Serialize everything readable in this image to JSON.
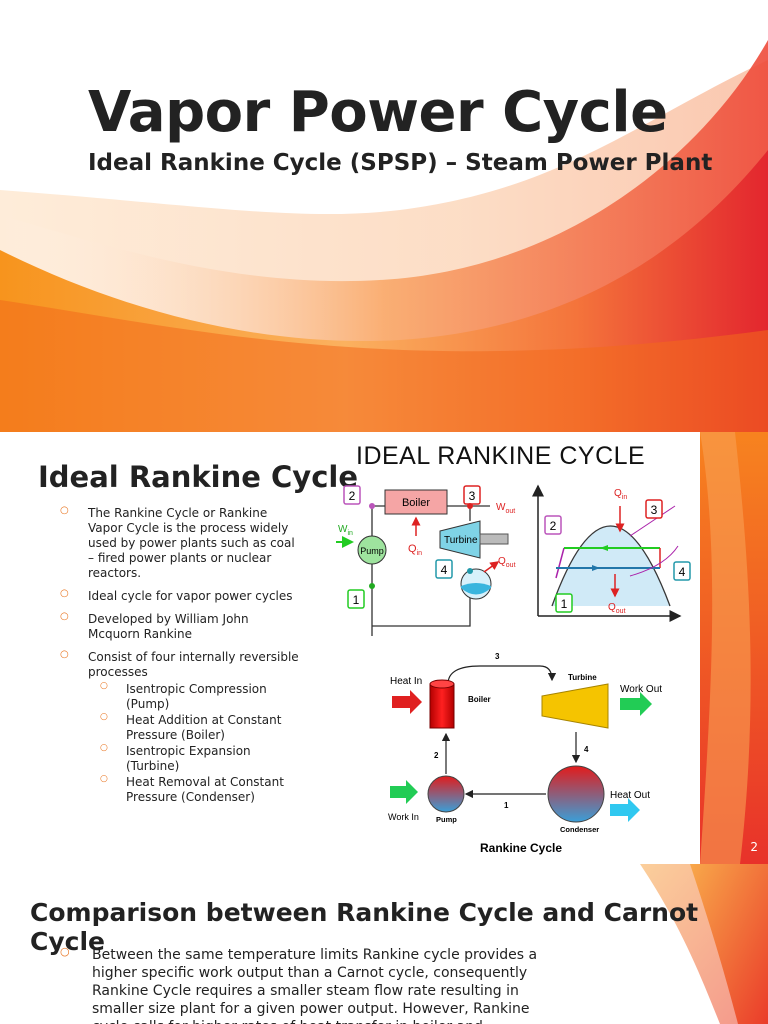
{
  "slide1": {
    "title": "Vapor Power Cycle",
    "subtitle": "Ideal Rankine Cycle  (SPSP) – Steam Power Plant"
  },
  "slide2": {
    "title": "Ideal Rankine Cycle",
    "bullets": [
      "The Rankine Cycle or Rankine Vapor Cycle is the process widely used by power plants such as coal – fired power plants or nuclear reactors.",
      "Ideal cycle for vapor power cycles",
      "Developed by William John Mcquorn Rankine",
      "Consist of four internally reversible processes"
    ],
    "sub_bullets": [
      "Isentropic Compression (Pump)",
      "Heat Addition at Constant Pressure (Boiler)",
      "Isentropic Expansion (Turbine)",
      "Heat Removal at Constant Pressure (Condenser)"
    ],
    "diagram_heading": "IDEAL RANKINE CYCLE",
    "diagram1": {
      "boiler": "Boiler",
      "turbine": "Turbine",
      "pump": "Pump",
      "q": "Q",
      "w": "W",
      "sub_in": "in",
      "sub_out": "out",
      "n1": "1",
      "n2": "2",
      "n3": "3",
      "n4": "4"
    },
    "diagram2": {
      "heat_in": "Heat In",
      "boiler": "Boiler",
      "turbine": "Turbine",
      "work_out": "Work Out",
      "heat_out": "Heat Out",
      "work_in": "Work In",
      "pump": "Pump",
      "condenser": "Condenser",
      "caption": "Rankine Cycle",
      "s1": "1",
      "s2": "2",
      "s3": "3",
      "s4": "4"
    },
    "page_number": "2"
  },
  "slide3": {
    "title": "Comparison between Rankine Cycle and Carnot Cycle",
    "paragraph": "Between the same temperature limits Rankine cycle provides a higher specific work output than a Carnot cycle, consequently Rankine Cycle requires a smaller steam flow rate resulting in smaller size plant for a given power output. However, Rankine cycle calls for higher rates of heat transfer in boiler and condenser."
  },
  "colors": {
    "accent": "#e8731e",
    "deco_orange": "#f7941d",
    "deco_red": "#e8212b"
  }
}
